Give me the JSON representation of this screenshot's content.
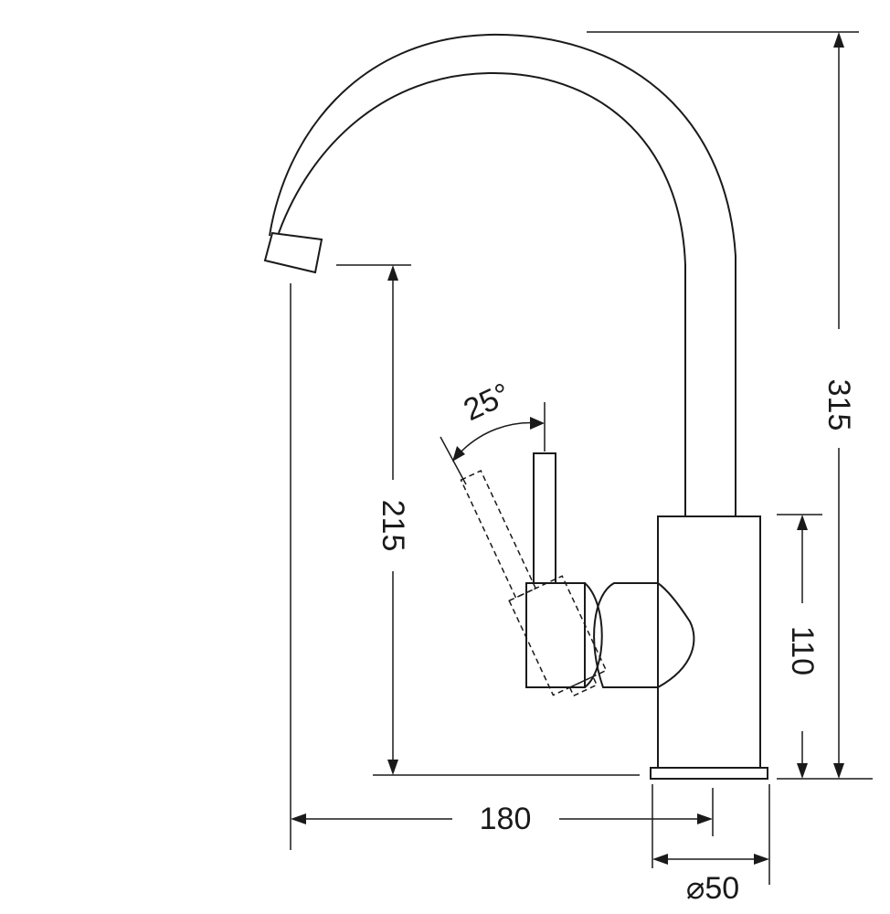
{
  "drawing": {
    "subject": "faucet-side-view",
    "line_color": "#1a1a1a",
    "background": "#ffffff",
    "dimensions": {
      "height_total": "315",
      "spout_height": "215",
      "body_height": "110",
      "reach": "180",
      "base_diameter": "⌀50",
      "lever_angle": "25°"
    }
  }
}
